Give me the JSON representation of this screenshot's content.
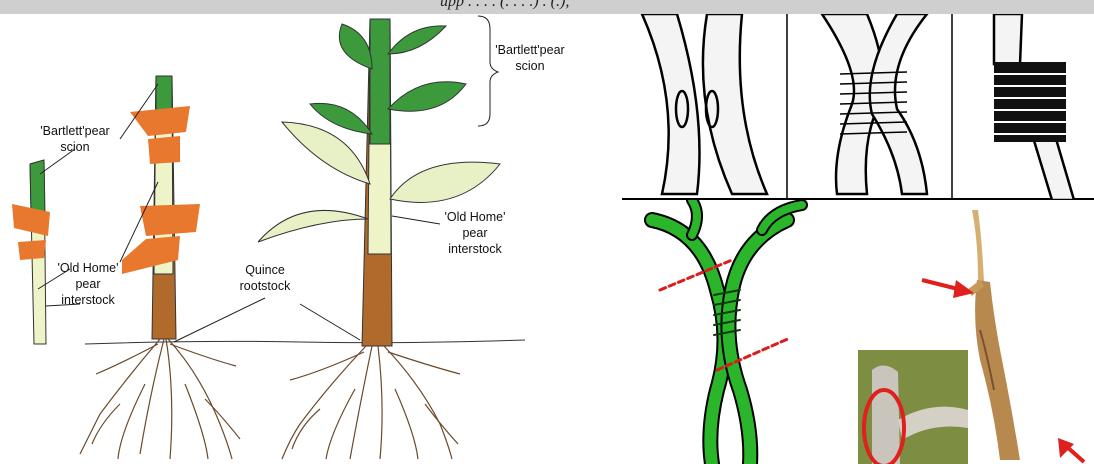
{
  "header": {
    "caption_fragment": "upp . . . . (. . . .) . (.),"
  },
  "labels": {
    "scion_small": [
      "'Bartlett'pear",
      "scion"
    ],
    "interstock_small": [
      "'Old Home'",
      "pear",
      "interstock"
    ],
    "rootstock": [
      "Quince",
      "rootstock"
    ],
    "scion_large": [
      "'Bartlett'pear",
      "scion"
    ],
    "interstock_large": [
      "'Old Home'",
      "pear",
      "interstock"
    ]
  },
  "colors": {
    "scion_green": "#3c9a3c",
    "interstock_cream": "#eef3c8",
    "rootstock_brown": "#b06a2c",
    "tape_orange": "#e8782e",
    "root_line": "#6b4a2a",
    "bright_green": "#2bb52b",
    "arrow_red": "#e0201c"
  },
  "icons": {
    "arrow_top": "red-arrow-icon",
    "arrow_bottom": "red-arrow-icon",
    "circle": "red-circle-icon"
  }
}
